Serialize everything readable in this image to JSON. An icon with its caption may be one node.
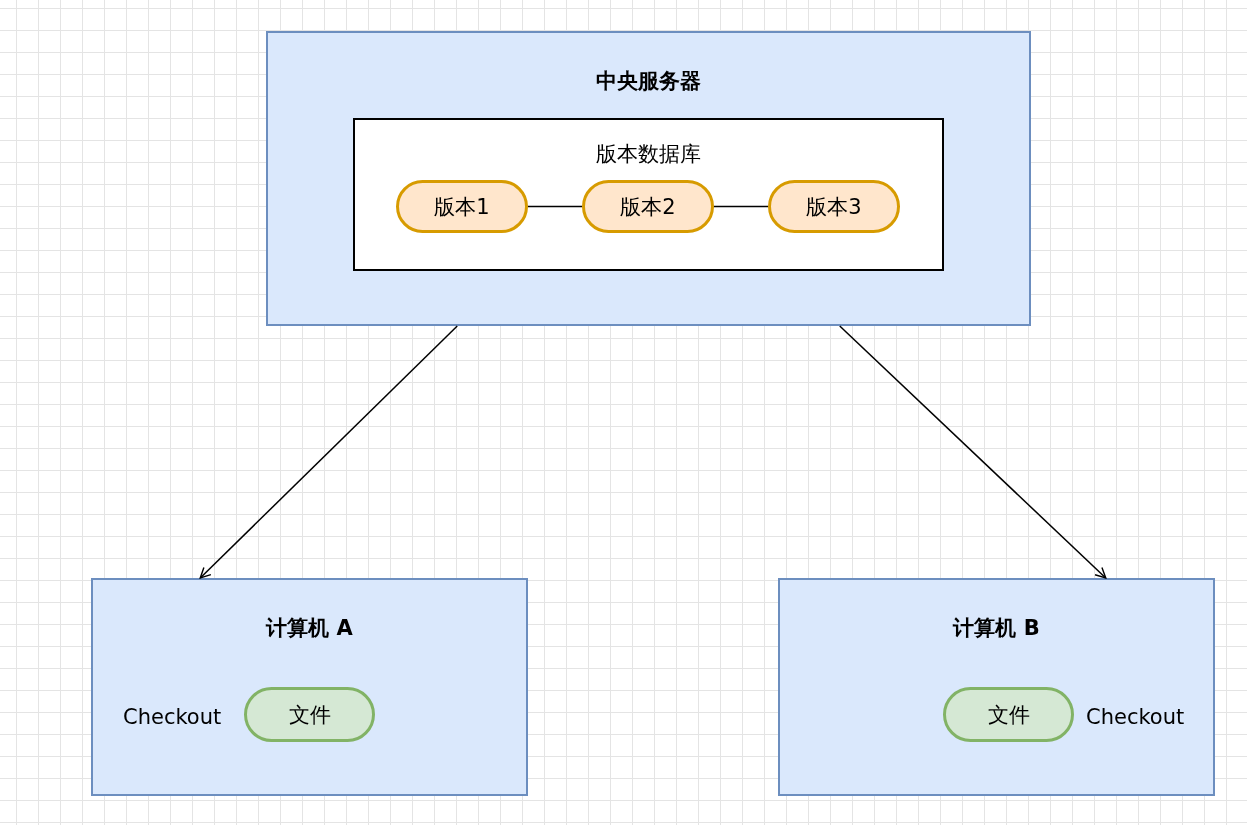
{
  "diagram": {
    "nodes": [
      {
        "text": [
          "中央服务器"
        ]
      },
      {
        "text": [
          "版本数据库"
        ],
        "in": 0
      },
      {
        "text": [
          "版本1"
        ],
        "in": 1
      },
      {
        "text": [
          "版本2"
        ],
        "in": 1
      },
      {
        "text": [
          "版本3"
        ],
        "in": 1
      },
      {
        "text": [
          "计算机 A"
        ]
      },
      {
        "text": [
          "文件"
        ],
        "in": 5,
        "beside": [
          "Checkout"
        ]
      },
      {
        "text": [
          "计算机 B"
        ]
      },
      {
        "text": [
          "文件"
        ],
        "in": 7,
        "beside": [
          "Checkout"
        ]
      }
    ],
    "edges": [
      {
        "from": 2,
        "to": 3,
        "arrow": "none"
      },
      {
        "from": 3,
        "to": 4,
        "arrow": "none"
      },
      {
        "from": 0,
        "to": 5,
        "arrow": "to"
      },
      {
        "from": 0,
        "to": 7,
        "arrow": "to"
      }
    ]
  }
}
